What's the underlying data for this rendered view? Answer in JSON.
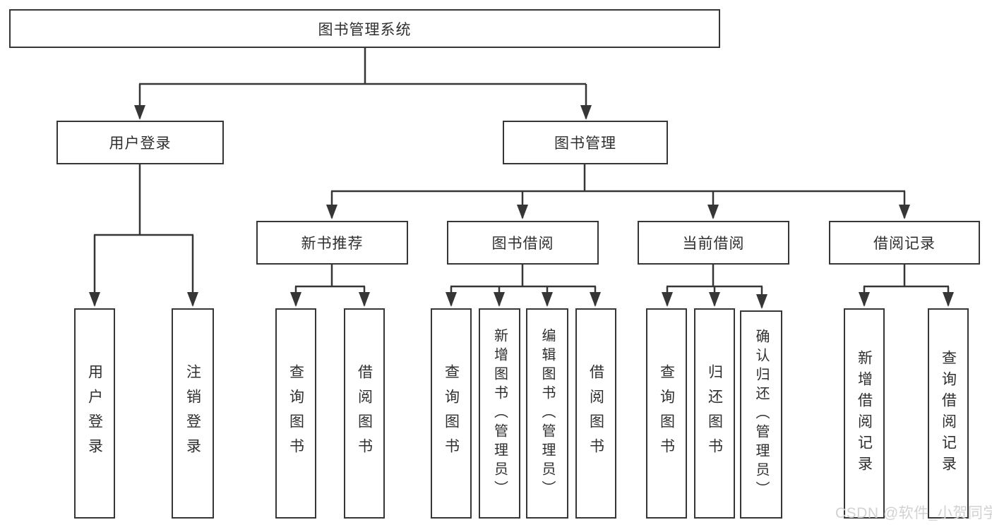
{
  "diagram_title": "图书管理系统",
  "colors": {
    "background": "#ffffff",
    "line": "#363636",
    "border": "#363636",
    "text": "#2f2f2f",
    "watermark": "#d2d2d2"
  },
  "nodes": {
    "root": "图书管理系统",
    "user_login_branch": "用户登录",
    "book_mgmt": "图书管理",
    "new_book_rec": "新书推荐",
    "book_borrow": "图书借阅",
    "current_borrow": "当前借阅",
    "borrow_records": "借阅记录",
    "leaf_user_login": "用户登录",
    "leaf_logout": "注销登录",
    "leaf_rec_query": "查询图书",
    "leaf_rec_borrow": "借阅图书",
    "leaf_bb_query": "查询图书",
    "leaf_bb_add": "新增图书（管理员）",
    "leaf_bb_edit": "编辑图书（管理员）",
    "leaf_bb_borrow": "借阅图书",
    "leaf_cb_query": "查询图书",
    "leaf_cb_return": "归还图书",
    "leaf_cb_confirm": "确认归还（管理员）",
    "leaf_br_add": "新增借阅记录",
    "leaf_br_query": "查询借阅记录"
  },
  "hierarchy": {
    "root": "图书管理系统",
    "children": [
      {
        "label": "用户登录",
        "children": [
          "用户登录",
          "注销登录"
        ]
      },
      {
        "label": "图书管理",
        "children": [
          {
            "label": "新书推荐",
            "children": [
              "查询图书",
              "借阅图书"
            ]
          },
          {
            "label": "图书借阅",
            "children": [
              "查询图书",
              "新增图书（管理员）",
              "编辑图书（管理员）",
              "借阅图书"
            ]
          },
          {
            "label": "当前借阅",
            "children": [
              "查询图书",
              "归还图书",
              "确认归还（管理员）"
            ]
          },
          {
            "label": "借阅记录",
            "children": [
              "新增借阅记录",
              "查询借阅记录"
            ]
          }
        ]
      }
    ]
  },
  "watermark": {
    "text": "CSDN @软件_小贺同学"
  }
}
